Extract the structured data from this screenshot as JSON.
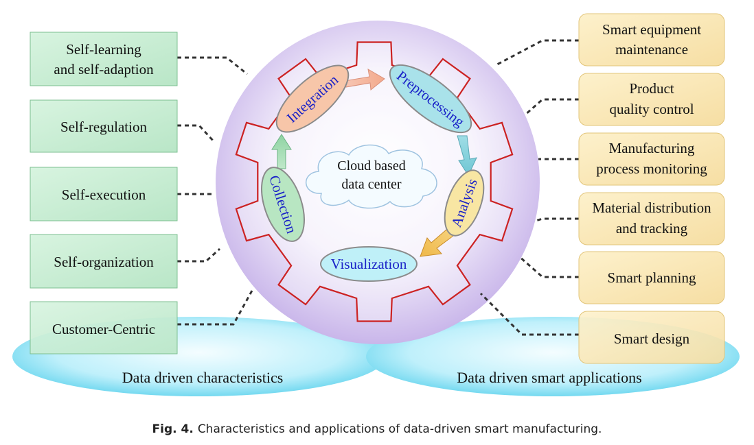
{
  "center": {
    "line1": "Cloud based",
    "line2": "data center"
  },
  "cycle": {
    "integration": "Integration",
    "preprocessing": "Preprocessing",
    "analysis": "Analysis",
    "visualization": "Visualization",
    "collection": "Collection"
  },
  "characteristics": {
    "items": [
      {
        "line1": "Self-learning",
        "line2": "and self-adaption"
      },
      {
        "line1": "Self-regulation"
      },
      {
        "line1": "Self-execution"
      },
      {
        "line1": "Self-organization"
      },
      {
        "line1": "Customer-Centric"
      }
    ],
    "base_label": "Data driven characteristics"
  },
  "applications": {
    "items": [
      {
        "line1": "Smart equipment",
        "line2": "maintenance"
      },
      {
        "line1": "Product",
        "line2": "quality control"
      },
      {
        "line1": "Manufacturing",
        "line2": "process monitoring"
      },
      {
        "line1": "Material distribution",
        "line2": "and tracking"
      },
      {
        "line1": "Smart planning"
      },
      {
        "line1": "Smart  design"
      }
    ],
    "base_label": "Data driven smart applications"
  },
  "caption": {
    "fig_label": "Fig. 4.",
    "text": "Characteristics and applications of data-driven smart manufacturing."
  },
  "colors": {
    "green_box": "#cdeed7",
    "yellow_box": "#fbe9b8",
    "gear_outline": "#cc2222",
    "text_blue": "#1a22c8",
    "cyan_base": "#bfefff"
  }
}
